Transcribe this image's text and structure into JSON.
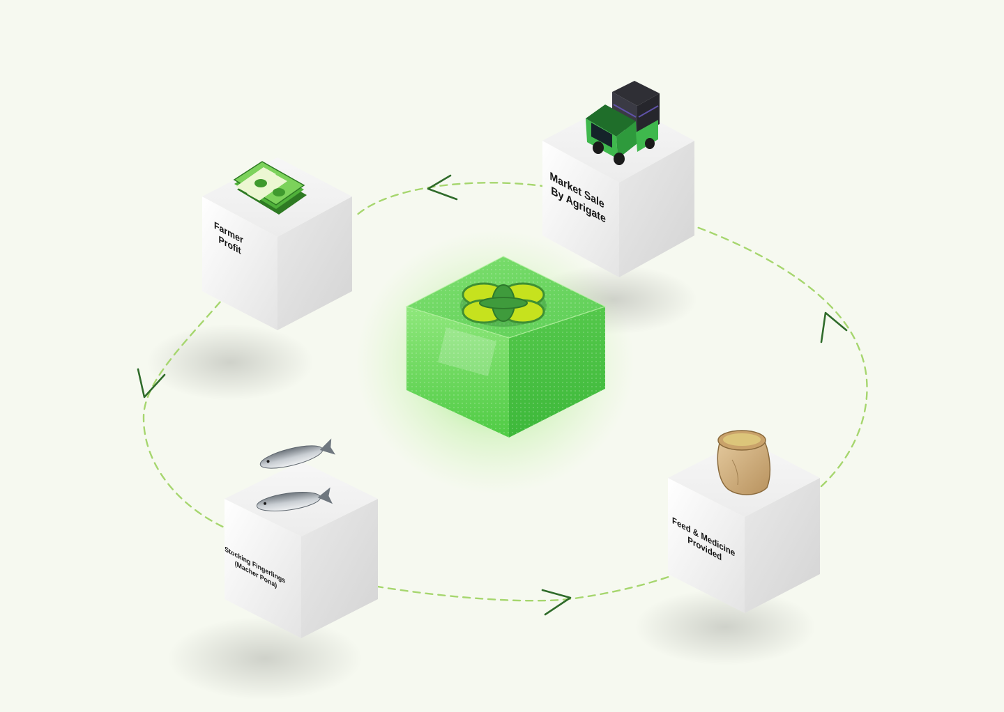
{
  "diagram": {
    "nodes": [
      {
        "id": "market",
        "label_lines": [
          "Market Sale",
          "By Agrigate"
        ],
        "icon": "truck-icon"
      },
      {
        "id": "feed",
        "label_lines": [
          "Feed & Medicine",
          "Provided"
        ],
        "icon": "sack-icon"
      },
      {
        "id": "stocking",
        "label_lines": [
          "Stocking Fingerlings",
          "(Macher Pona)"
        ],
        "icon": "fish-icon"
      },
      {
        "id": "profit",
        "label_lines": [
          "Farmer",
          "Profit"
        ],
        "icon": "money-icon"
      }
    ],
    "center": {
      "icon": "clover-logo-icon"
    },
    "flow_direction": "clockwise",
    "colors": {
      "background": "#f6f9f0",
      "dash": "#a6d66e",
      "arrow": "#2f6b2a",
      "center_cube": "#5ccf57",
      "logo": "#c6e21e"
    }
  }
}
